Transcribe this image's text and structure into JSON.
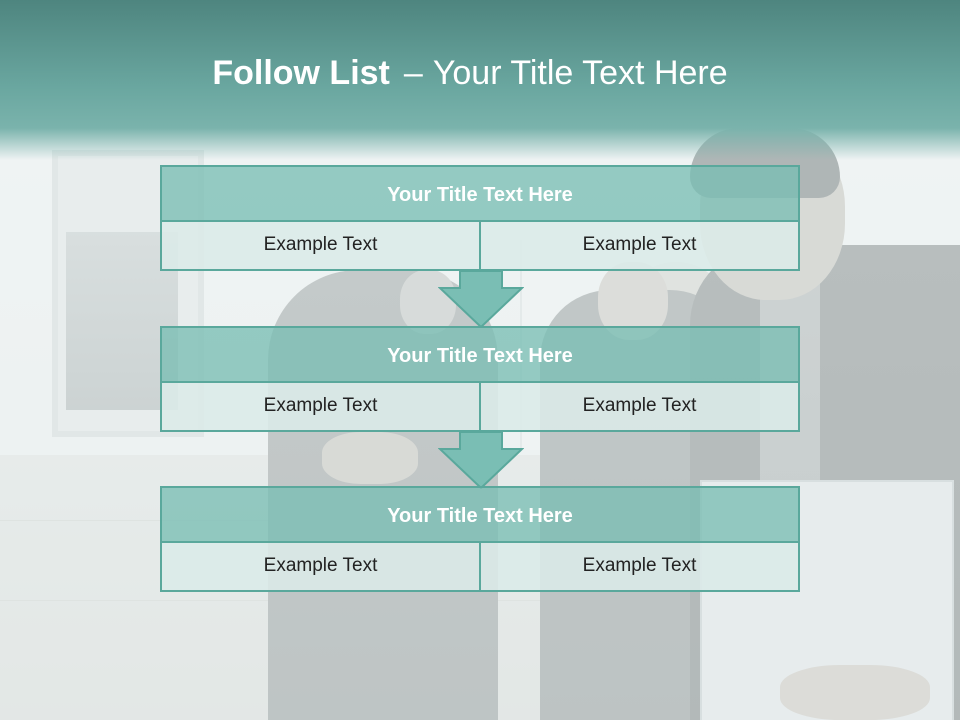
{
  "header": {
    "title_bold": "Follow List",
    "title_separator": "–",
    "title_rest": "Your Title Text Here"
  },
  "blocks": [
    {
      "title": "Your Title Text Here",
      "cells": [
        "Example Text",
        "Example Text"
      ]
    },
    {
      "title": "Your Title Text Here",
      "cells": [
        "Example Text",
        "Example Text"
      ]
    },
    {
      "title": "Your Title Text Here",
      "cells": [
        "Example Text",
        "Example Text"
      ]
    }
  ],
  "colors": {
    "header_teal": "#4e857f",
    "block_title_fill": "#7abeb4",
    "block_border": "#5aa89c",
    "cell_fill": "#dbebe8",
    "arrow_fill": "#7abeb4"
  },
  "icons": {
    "connector": "down-arrow-icon"
  }
}
